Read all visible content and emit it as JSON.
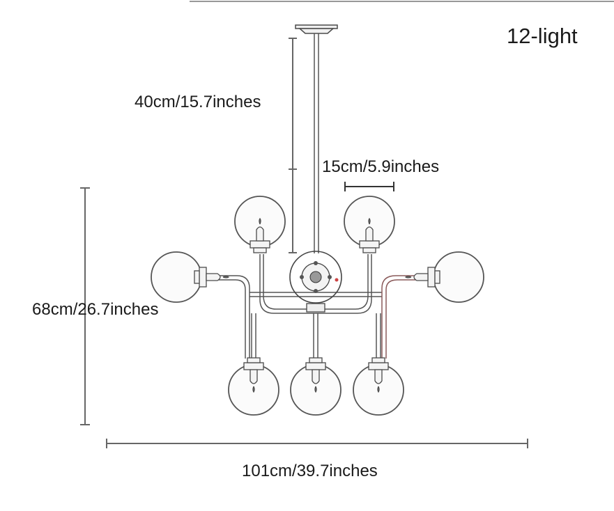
{
  "title": "12-light",
  "dimensions": {
    "drop_rod": "40cm/15.7inches",
    "globe_diameter": "15cm/5.9inches",
    "height": "68cm/26.7inches",
    "width": "101cm/39.7inches"
  }
}
